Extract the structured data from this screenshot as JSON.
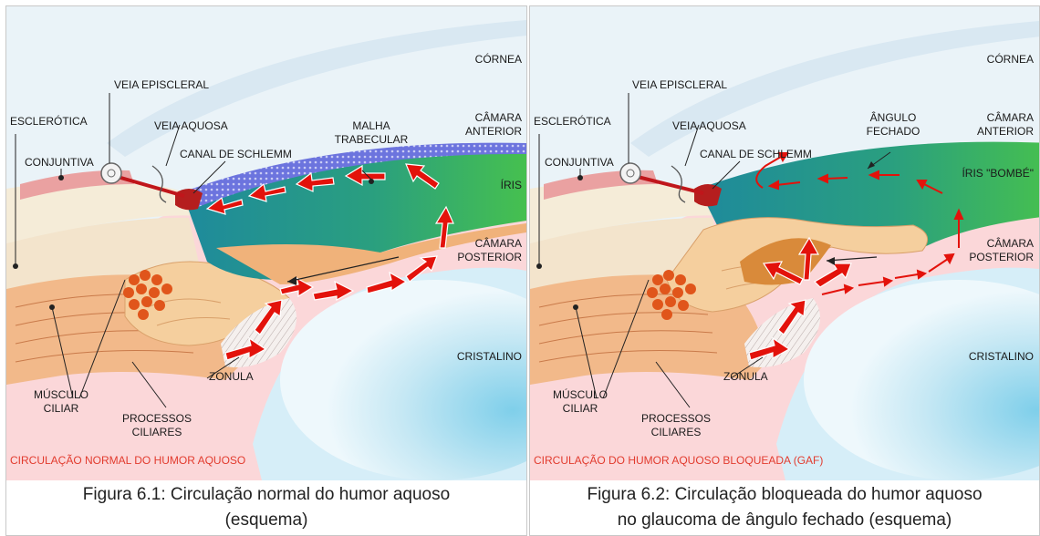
{
  "figures": [
    {
      "labels": {
        "cornea": "CÓRNEA",
        "veia_episcleral": "VEIA EPISCLERAL",
        "esclerotica": "ESCLERÓTICA",
        "veia_aquosa": "VEIA AQUOSA",
        "camara_anterior_1": "CÂMARA",
        "camara_anterior_2": "ANTERIOR",
        "malha_1": "MALHA",
        "malha_2": "TRABECULAR",
        "conjuntiva": "CONJUNTIVA",
        "canal": "CANAL DE SCHLEMM",
        "iris": "ÍRIS",
        "camara_posterior_1": "CÂMARA",
        "camara_posterior_2": "POSTERIOR",
        "cristalino": "CRISTALINO",
        "zonula": "ZONULA",
        "musculo_1": "MÚSCULO",
        "musculo_2": "CILIAR",
        "processos_1": "PROCESSOS",
        "processos_2": "CILIARES"
      },
      "footer": "CIRCULAÇÃO NORMAL DO HUMOR AQUOSO",
      "caption_line1": "Figura 6.1: Circulação normal do humor aquoso",
      "caption_line2": "(esquema)"
    },
    {
      "labels": {
        "cornea": "CÓRNEA",
        "veia_episcleral": "VEIA EPISCLERAL",
        "esclerotica": "ESCLERÓTICA",
        "veia_aquosa": "VEIA AQUOSA",
        "angulo_1": "ÂNGULO",
        "angulo_2": "FECHADO",
        "camara_anterior_1": "CÂMARA",
        "camara_anterior_2": "ANTERIOR",
        "conjuntiva": "CONJUNTIVA",
        "canal": "CANAL DE SCHLEMM",
        "iris": "ÍRIS \"BOMBÉ\"",
        "camara_posterior_1": "CÂMARA",
        "camara_posterior_2": "POSTERIOR",
        "cristalino": "CRISTALINO",
        "zonula": "ZONULA",
        "musculo_1": "MÚSCULO",
        "musculo_2": "CILIAR",
        "processos_1": "PROCESSOS",
        "processos_2": "CILIARES"
      },
      "footer": "CIRCULAÇÃO DO HUMOR AQUOSO BLOQUEADA (GAF)",
      "caption_line1": "Figura 6.2: Circulação bloqueada do humor aquoso",
      "caption_line2": "no glaucoma de ângulo fechado (esquema)"
    }
  ],
  "colors": {
    "cornea": "#e3eef6",
    "sclera": "#f3ead7",
    "conjunctiva": "#eaa7a7",
    "iris_green": "#3fb34f",
    "iris_teal": "#1e8a9c",
    "ciliary": "#f2c796",
    "lens": "#bfe3f2",
    "vitreous": "#f7c6c9",
    "flow_arrow": "#e3120b",
    "trabecular": "#5a62d8",
    "footer_text": "#e23b2e"
  }
}
